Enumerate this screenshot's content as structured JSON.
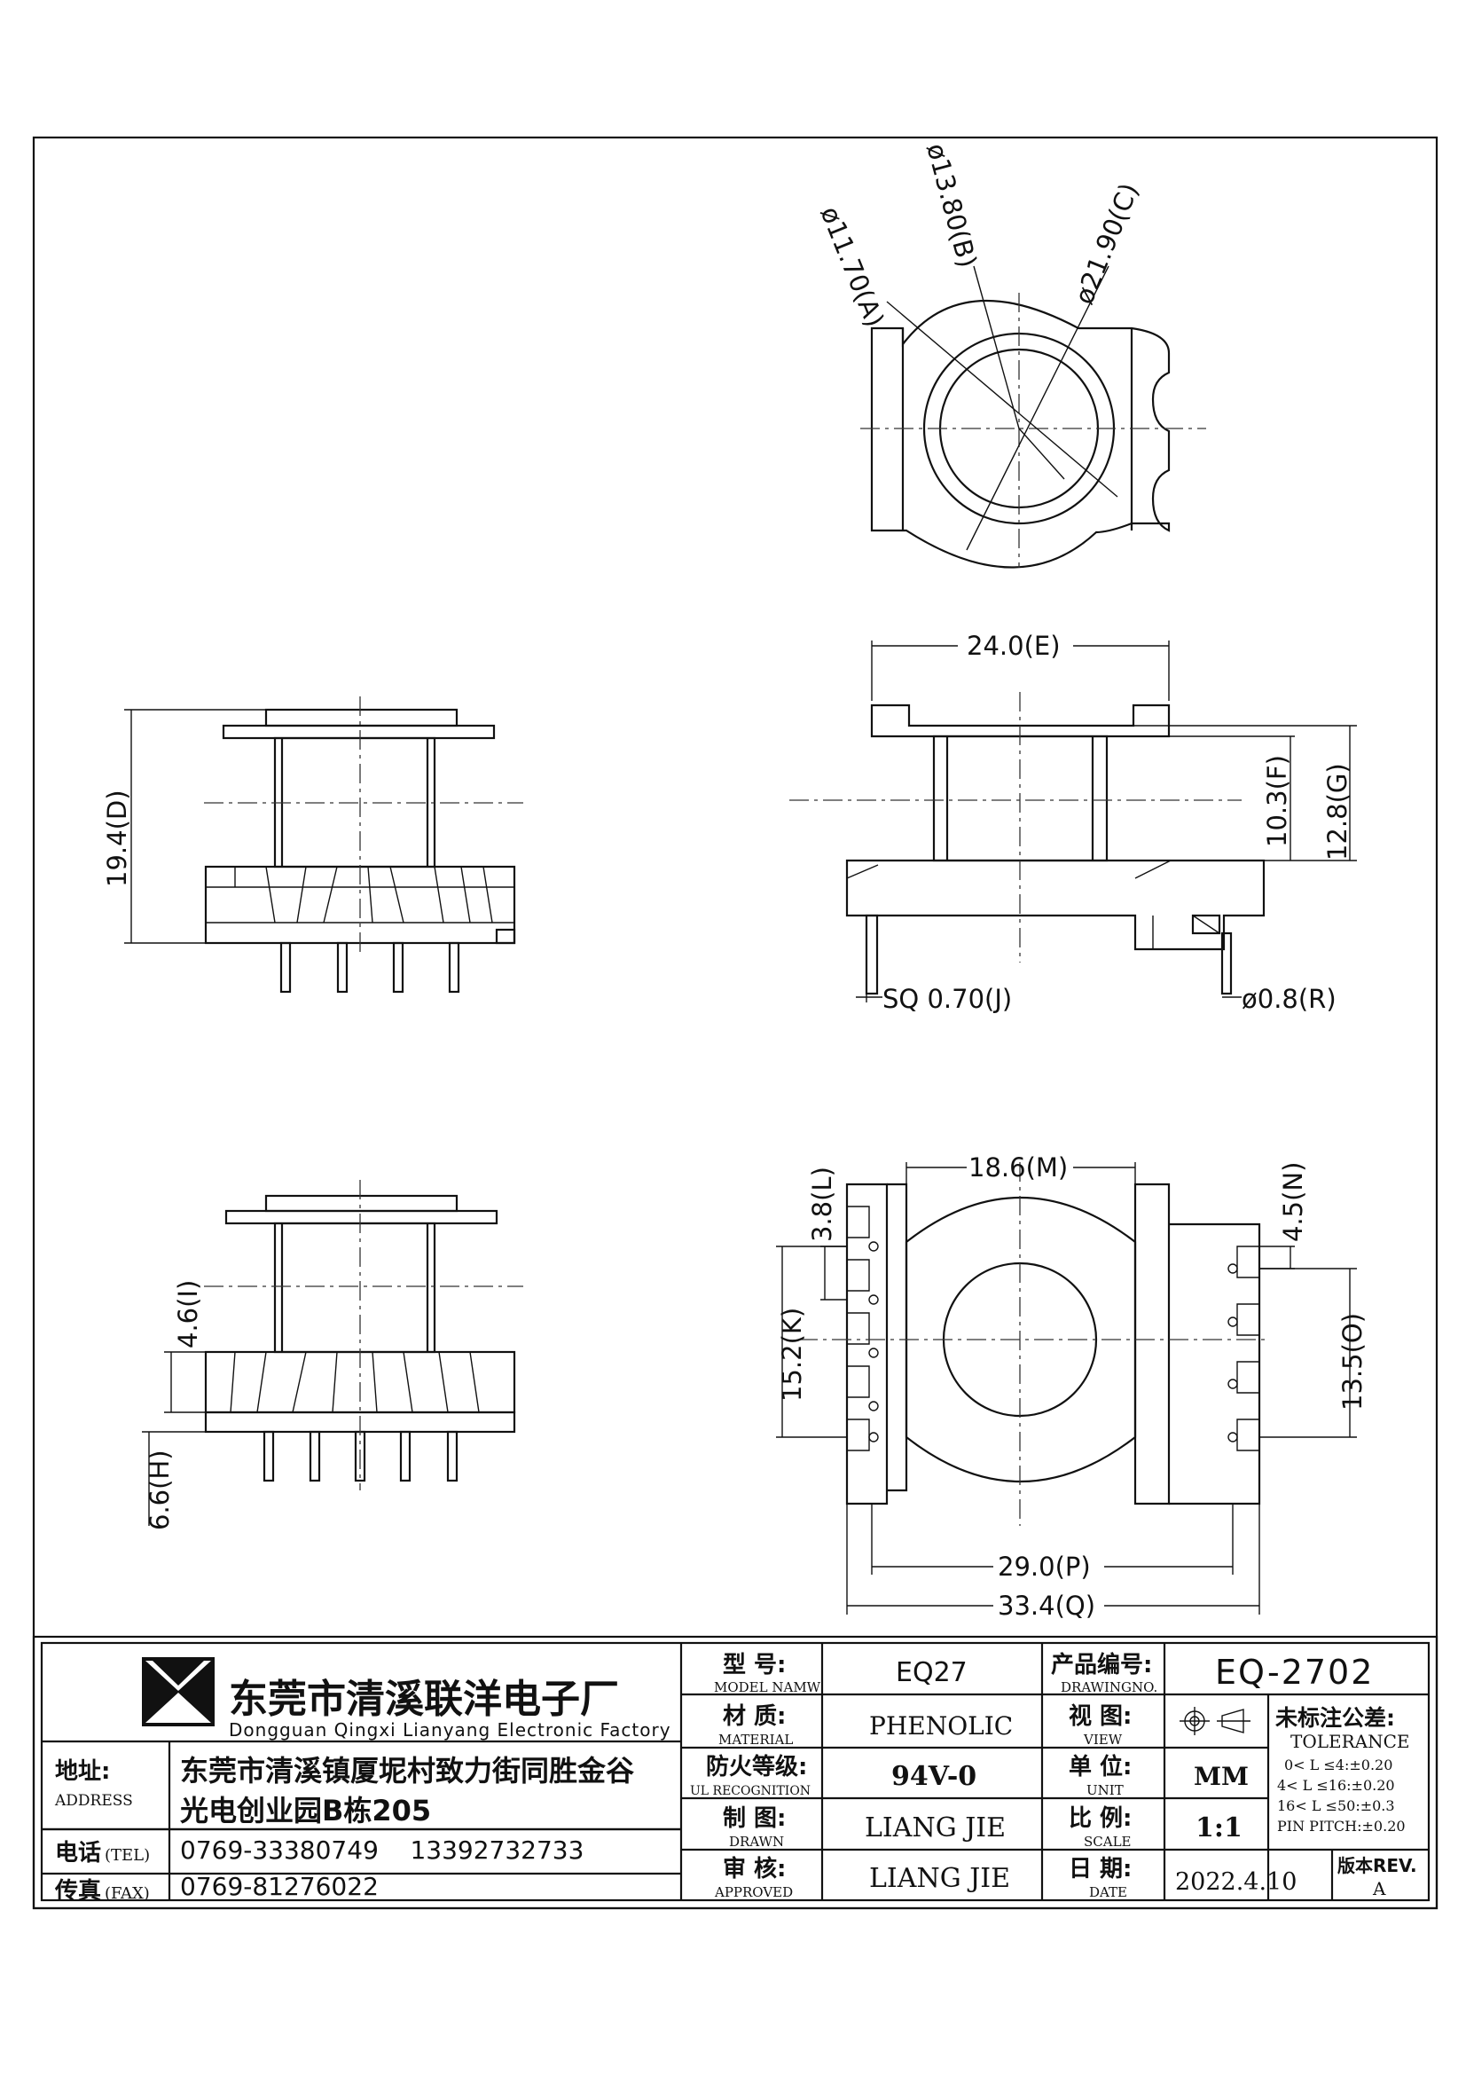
{
  "company": {
    "name_cn": "东莞市清溪联洋电子厂",
    "name_en": "Dongguan Qingxi Lianyang Electronic Factory"
  },
  "contact": {
    "address_label_cn": "地址:",
    "address_label_en": "ADDRESS",
    "address_line1": "东莞市清溪镇厦坭村致力街同胜金谷",
    "address_line2": "光电创业园B栋205",
    "tel_label_cn": "电话",
    "tel_label_en": "(TEL)",
    "tel_value": "0769-33380749    13392732733",
    "fax_label_cn": "传真",
    "fax_label_en": "(FAX)",
    "fax_value": "0769-81276022"
  },
  "title_block": {
    "model_label_cn": "型  号:",
    "model_label_en": "MODEL NAMW",
    "model_value": "EQ27",
    "drawing_no_label_cn": "产品编号:",
    "drawing_no_label_en": "DRAWINGNO.",
    "drawing_no_value": "EQ-2702",
    "material_label_cn": "材  质:",
    "material_label_en": "MATERIAL",
    "material_value": "PHENOLIC",
    "view_label_cn": "视  图:",
    "view_label_en": "VIEW",
    "ul_label_cn": "防火等级:",
    "ul_label_en": "UL RECOGNITION",
    "ul_value": "94V-0",
    "unit_label_cn": "单  位:",
    "unit_label_en": "UNIT",
    "unit_value": "MM",
    "drawn_label_cn": "制  图:",
    "drawn_label_en": "DRAWN",
    "drawn_value": "LIANG JIE",
    "scale_label_cn": "比  例:",
    "scale_label_en": "SCALE",
    "scale_value": "1:1",
    "approved_label_cn": "审  核:",
    "approved_label_en": "APPROVED",
    "approved_value": "LIANG JIE",
    "date_label_cn": "日  期:",
    "date_label_en": "DATE",
    "date_value": "2022.4.10",
    "rev_label": "版本REV.",
    "rev_value": "A",
    "tolerance_label_cn": "未标注公差:",
    "tolerance_label_en": "TOLERANCE",
    "tolerance_lines": [
      "0< L ≤4:±0.20",
      "4< L ≤16:±0.20",
      "16< L ≤50:±0.3",
      "PIN PITCH:±0.20"
    ]
  },
  "dimensions": {
    "A": "ø11.70(A)",
    "B": "ø13.80(B)",
    "C": "ø21.90(C)",
    "D": "19.4(D)",
    "E": "24.0(E)",
    "F": "10.3(F)",
    "G": "12.8(G)",
    "J": "SQ 0.70(J)",
    "R": "ø0.8(R)",
    "I": "4.6(I)",
    "H": "6.6(H)",
    "M": "18.6(M)",
    "L": "3.8(L)",
    "K": "15.2(K)",
    "N": "4.5(N)",
    "O": "13.5(O)",
    "P": "29.0(P)",
    "Q": "33.4(Q)"
  }
}
